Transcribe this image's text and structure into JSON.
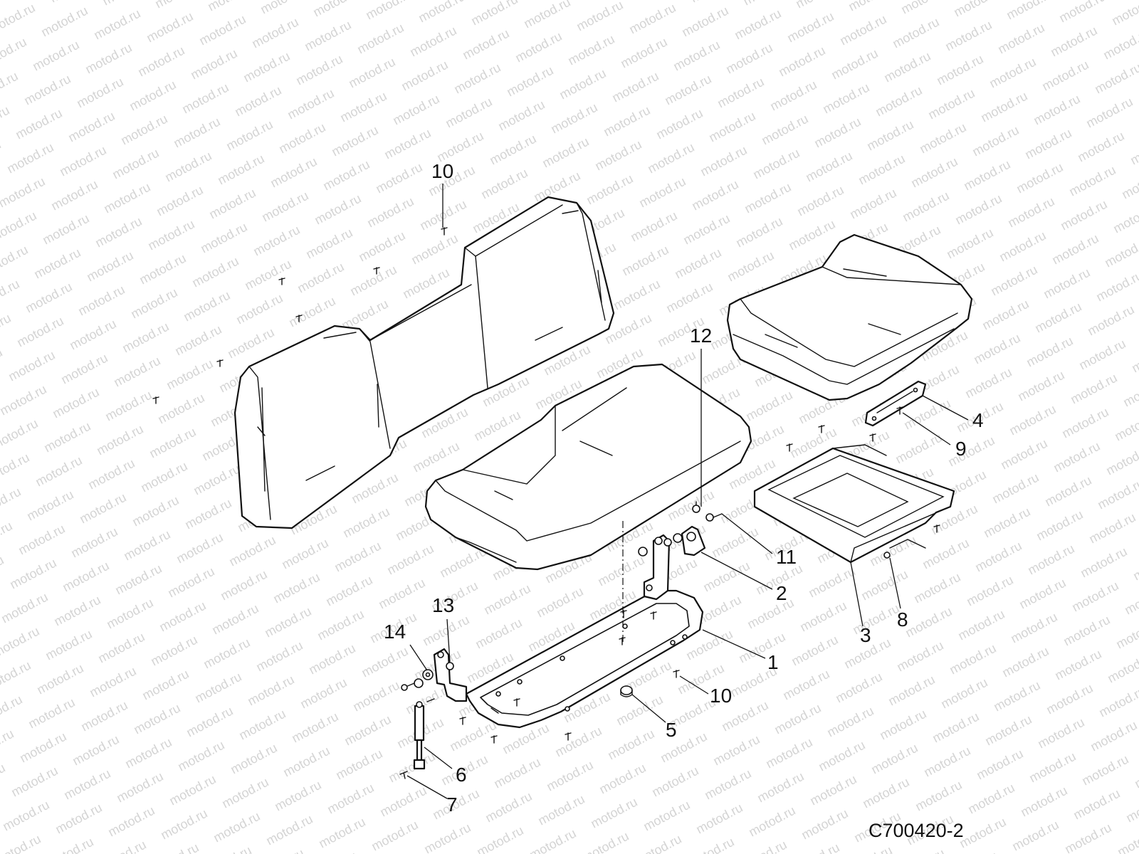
{
  "watermark": {
    "text": "motod.ru",
    "color": "#d4d4d4"
  },
  "diagram": {
    "code": "C700420-2",
    "callouts": [
      "10",
      "12",
      "4",
      "9",
      "11",
      "2",
      "3",
      "8",
      "1",
      "13",
      "14",
      "10",
      "5",
      "6",
      "7"
    ]
  }
}
